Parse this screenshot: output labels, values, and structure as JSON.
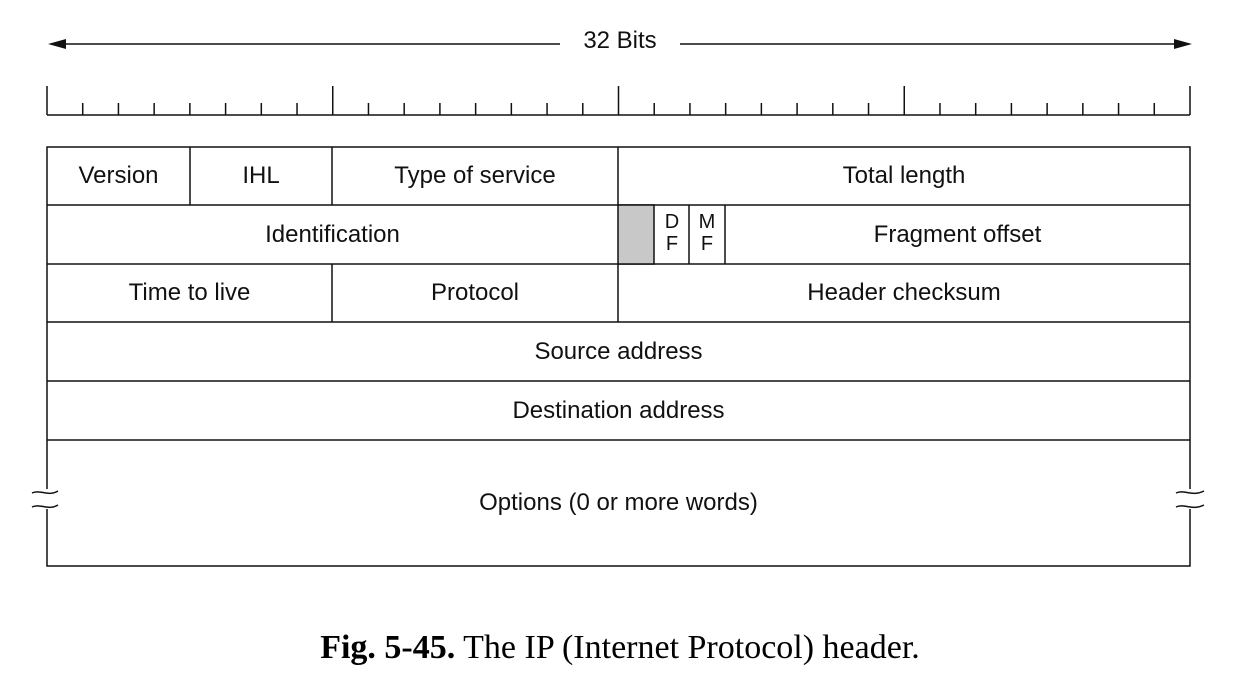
{
  "width_label": "32 Bits",
  "rows": [
    {
      "fields": [
        {
          "name": "field-version",
          "label": "Version"
        },
        {
          "name": "field-ihl",
          "label": "IHL"
        },
        {
          "name": "field-type-of-service",
          "label": "Type of service"
        },
        {
          "name": "field-total-length",
          "label": "Total length"
        }
      ]
    },
    {
      "fields": [
        {
          "name": "field-identification",
          "label": "Identification"
        },
        {
          "name": "field-fragment-offset",
          "label": "Fragment offset"
        }
      ],
      "flags": [
        {
          "name": "flag-df",
          "top": "D",
          "bottom": "F"
        },
        {
          "name": "flag-mf",
          "top": "M",
          "bottom": "F"
        }
      ]
    },
    {
      "fields": [
        {
          "name": "field-time-to-live",
          "label": "Time to live"
        },
        {
          "name": "field-protocol",
          "label": "Protocol"
        },
        {
          "name": "field-header-checksum",
          "label": "Header checksum"
        }
      ]
    },
    {
      "fields": [
        {
          "name": "field-source-address",
          "label": "Source address"
        }
      ]
    },
    {
      "fields": [
        {
          "name": "field-destination-address",
          "label": "Destination address"
        }
      ]
    },
    {
      "fields": [
        {
          "name": "field-options",
          "label": "Options (0 or more words)"
        }
      ]
    }
  ],
  "caption": {
    "number": "Fig.  5-45.",
    "text": " The IP (Internet Protocol) header."
  },
  "colors": {
    "line": "#111111",
    "reserved_bit_fill": "#c8c8c8"
  }
}
